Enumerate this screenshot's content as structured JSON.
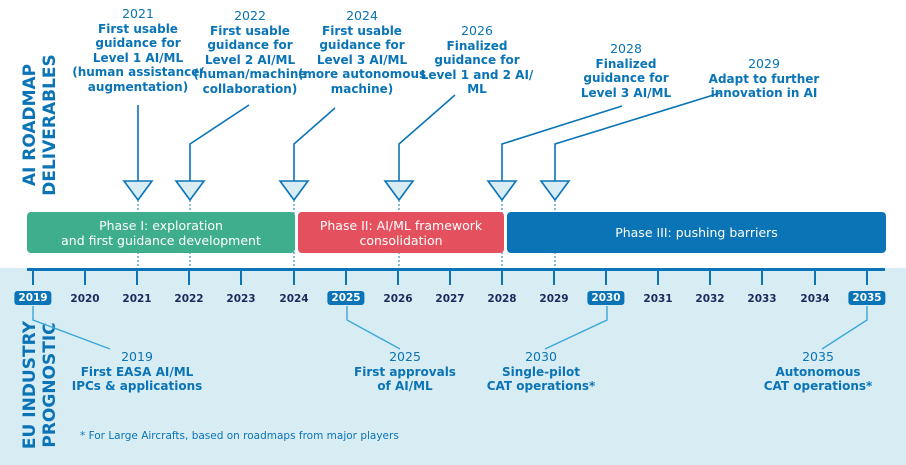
{
  "side_labels": {
    "top": [
      "AI ROADMAP",
      "DELIVERABLES"
    ],
    "bottom": [
      "EU INDUSTRY",
      "PROGNOSTIC"
    ]
  },
  "deliverables": [
    {
      "year": "2021",
      "text": [
        "First usable",
        "guidance for",
        "Level 1 AI/ML",
        "(human assistance/",
        "augmentation)"
      ]
    },
    {
      "year": "2022",
      "text": [
        "First usable",
        "guidance for",
        "Level 2 AI/ML",
        "(human/machine",
        "collaboration)"
      ]
    },
    {
      "year": "2024",
      "text": [
        "First usable",
        "guidance for",
        "Level 3 AI/ML",
        "(more autonomous",
        "machine)"
      ]
    },
    {
      "year": "2026",
      "text": [
        "Finalized",
        "guidance for",
        "Level 1 and 2 AI/",
        "ML"
      ]
    },
    {
      "year": "2028",
      "text": [
        "Finalized",
        "guidance for",
        "Level 3 AI/ML"
      ]
    },
    {
      "year": "2029",
      "text": [
        "Adapt to further",
        "innovation in AI"
      ]
    }
  ],
  "phases": [
    {
      "label": [
        "Phase I: exploration",
        "and first guidance development"
      ],
      "color": "#3fae8c"
    },
    {
      "label": [
        "Phase II: AI/ML framework",
        "consolidation"
      ],
      "color": "#e5505e"
    },
    {
      "label": [
        "Phase III: pushing barriers"
      ],
      "color": "#0a74b6"
    }
  ],
  "timeline_years": [
    "2019",
    "2020",
    "2021",
    "2022",
    "2023",
    "2024",
    "2025",
    "2026",
    "2027",
    "2028",
    "2029",
    "2030",
    "2031",
    "2032",
    "2033",
    "2034",
    "2035"
  ],
  "highlighted_years": [
    "2019",
    "2025",
    "2030",
    "2035"
  ],
  "prognostics": [
    {
      "year": "2019",
      "text": [
        "First EASA AI/ML",
        "IPCs & applications"
      ]
    },
    {
      "year": "2025",
      "text": [
        "First approvals",
        "of AI/ML"
      ]
    },
    {
      "year": "2030",
      "text": [
        "Single-pilot",
        "CAT operations*"
      ]
    },
    {
      "year": "2035",
      "text": [
        "Autonomous",
        "CAT operations*"
      ]
    }
  ],
  "footnote": "* For Large Aircrafts, based on roadmaps from major players"
}
